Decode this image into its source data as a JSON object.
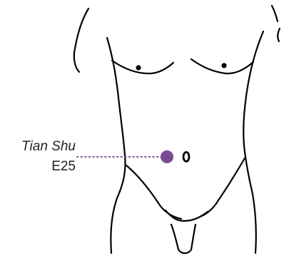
{
  "acupoint": {
    "name": "Tian Shu",
    "code": "E25"
  },
  "colors": {
    "outline": "#000000",
    "marker": "#7a4b93",
    "leader_line": "#7a4b93",
    "label_text": "#222222"
  },
  "icons": {
    "marker": "acupoint-dot",
    "figure": "torso-outline"
  }
}
